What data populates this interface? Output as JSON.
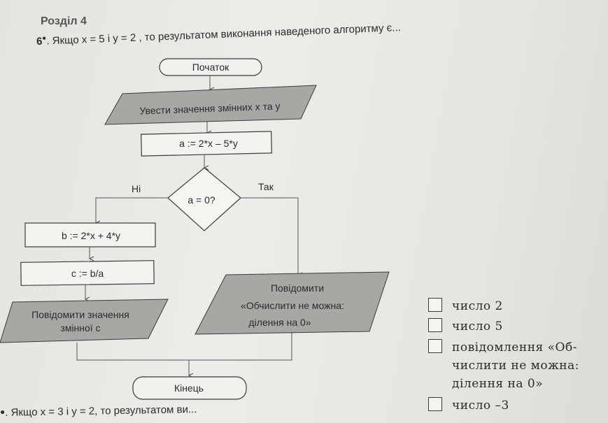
{
  "section": {
    "title": "Розділ 4"
  },
  "question": {
    "number": "6",
    "marker": "●",
    "text": ". Якщо x = 5 і y = 2 , то результатом виконання наведеного алгоритму є..."
  },
  "flowchart": {
    "start": "Початок",
    "input": "Увести значення змінних x та y",
    "assign_a": "a := 2*x – 5*y",
    "condition": "a = 0?",
    "label_no": "Ні",
    "label_yes": "Так",
    "assign_b": "b := 2*x + 4*y",
    "assign_c": "c := b/a",
    "output_c": [
      "Повідомити значення",
      "змінної c"
    ],
    "output_msg": [
      "Повідомити",
      "«Обчислити не можна:",
      "ділення на 0»"
    ],
    "end": "Кінець"
  },
  "options": [
    {
      "lines": [
        "число 2"
      ]
    },
    {
      "lines": [
        "число 5"
      ]
    },
    {
      "lines": [
        "повідомлення «Об-",
        "числити не можна:",
        "ділення на 0»"
      ]
    },
    {
      "lines": [
        "число –3"
      ]
    }
  ],
  "next_question": {
    "marker": "●",
    "text": ". Якщо x = 3 і y = 2, то результатом ви..."
  }
}
